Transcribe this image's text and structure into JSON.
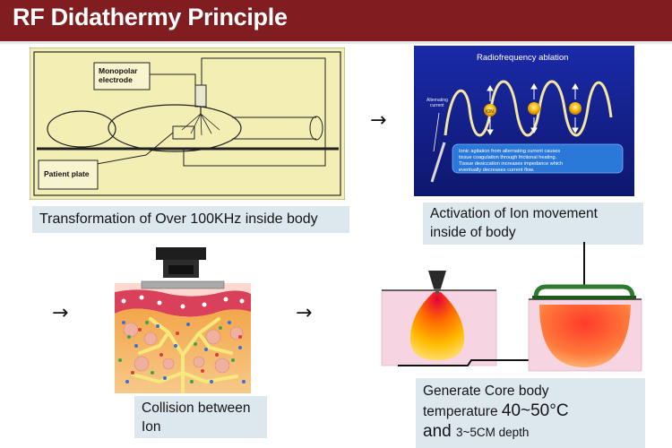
{
  "header": {
    "title": "RF Didathermy Principle"
  },
  "panel1": {
    "electrode_label": "Monopolar electrode",
    "plate_label": "Patient plate",
    "caption": "Transformation of Over 100KHz inside body"
  },
  "panel2": {
    "title": "Radiofrequency ablation",
    "alt_current_label": "Alternating current",
    "ion_label": "ION",
    "description": "Ionic agitation from alternating current causes tissue coagulation through frictional heating. Tissue desiccation increases impedance which eventually decreases current flow.",
    "caption": "Activation of Ion movement inside of body"
  },
  "panel3": {
    "caption": "Collision between Ion"
  },
  "panel4": {
    "caption_line1": "Generate Core body",
    "caption_line2_prefix": "temperature ",
    "caption_line2_value": "40~50°C",
    "caption_line3_prefix": "and ",
    "caption_line3_value": "3~5CM depth"
  },
  "arrows": {
    "symbol": "→"
  },
  "colors": {
    "header": "#7f1d20",
    "caption_bg": "#dde7ee",
    "panel1_bg": "#f2eeb4",
    "panel2_bg": "#16208e"
  }
}
